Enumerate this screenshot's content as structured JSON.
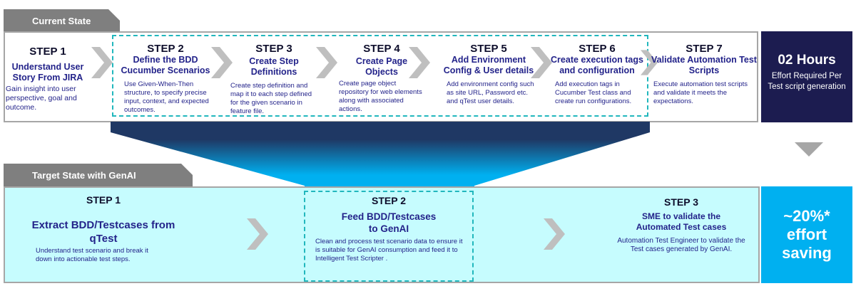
{
  "current_state": {
    "tab_label": "Current State",
    "steps": [
      {
        "num": "STEP 1",
        "title": "Understand User Story From JIRA",
        "desc": "Gain insight into user perspective, goal and outcome."
      },
      {
        "num": "STEP 2",
        "title": "Define the BDD Cucumber Scenarios",
        "desc": "Use Given-When-Then structure, to specify precise input, context, and expected outcomes."
      },
      {
        "num": "STEP 3",
        "title": "Create Step Definitions",
        "desc": "Create step definition and map it to each step defined for the given scenario in feature file."
      },
      {
        "num": "STEP 4",
        "title": "Create Page Objects",
        "desc": "Create page object  repository for web elements along with associated actions."
      },
      {
        "num": "STEP 5",
        "title": "Add Environment Config & User details",
        "desc": "Add environment config such as site URL, Password etc. and qTest user details."
      },
      {
        "num": "STEP 6",
        "title": "Create execution tags and configuration",
        "desc": "Add execution tags in Cucumber Test class and create run configurations."
      },
      {
        "num": "STEP 7",
        "title": "Validate Automation Test Scripts",
        "desc": "Execute automation test scripts and validate it meets the expectations."
      }
    ],
    "effort": {
      "value": "02 Hours",
      "label": "Effort Required Per Test script generation"
    }
  },
  "target_state": {
    "tab_label": "Target State with GenAI",
    "steps": [
      {
        "num": "STEP 1",
        "title": "Extract BDD/Testcases from qTest",
        "desc": "Understand test scenario and break it down into actionable test steps."
      },
      {
        "num": "STEP 2",
        "title": "Feed BDD/Testcases to GenAI",
        "desc": "Clean and process test scenario data to ensure it is suitable for GenAI consumption and feed it to Intelligent Test Scripter ."
      },
      {
        "num": "STEP 3",
        "title": "SME to validate the Automated Test cases",
        "desc": "Automation Test Engineer to validate the Test cases generated by GenAI."
      }
    ],
    "saving": {
      "line1": "~20%*",
      "line2": "effort",
      "line3": "saving"
    }
  },
  "colors": {
    "tab_gray": "#7f7f7f",
    "dashed_teal": "#21b7bd",
    "title_navy": "#23238a",
    "effort_box": "#1c1c50",
    "target_bg": "#c6fcfe",
    "saving_box": "#00b0f0",
    "funnel_top": "#1f3864",
    "funnel_bottom": "#00b0f0",
    "chevron_gray": "#bfbfbf"
  }
}
